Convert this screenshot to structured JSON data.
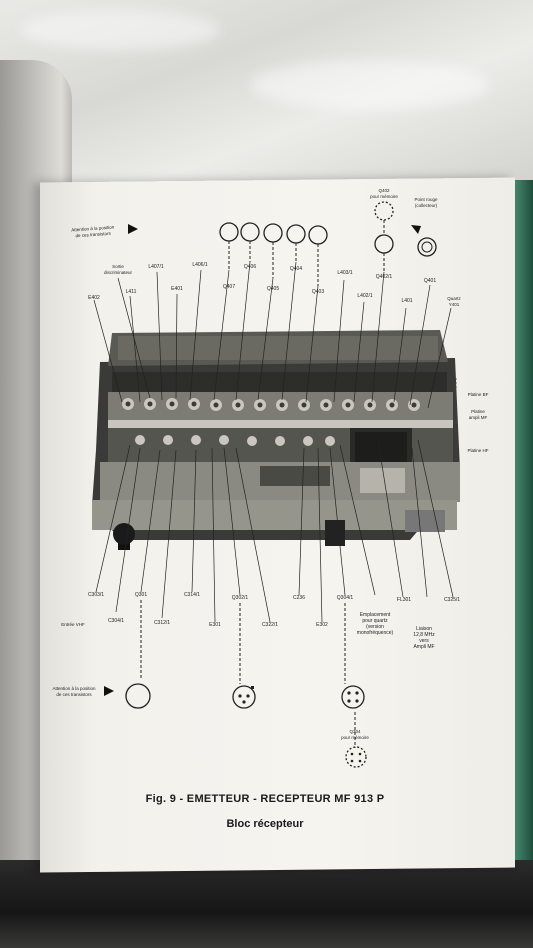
{
  "labels_top": {
    "attention_top": "Attention à la position\nde ces transistors",
    "q402_memory": "Q402\npour mémoire",
    "point_rouge": "Point rouge\n(collecteur)",
    "sortie_discriminateur": "Sortie\ndiscriminateur",
    "l407": "L407/1",
    "l406": "L406/1",
    "q406": "Q406",
    "q404": "Q404",
    "l403": "L403/1",
    "q402_1": "Q402/1",
    "e402": "E402",
    "l411": "L411",
    "e401": "E401",
    "q407": "Q407",
    "q405": "Q405",
    "q403": "Q403",
    "l402": "L402/1",
    "l401": "L401",
    "q401": "Q401",
    "quartz_y401": "Quartz\nY401"
  },
  "labels_side": {
    "platine_bf": "Platine BF",
    "platine_ampli_mf": "Platine\nampli MF",
    "platine_hf": "Platine HF"
  },
  "labels_bottom": {
    "c303": "C303/1",
    "entree_vhf": "Entrée VHF",
    "c304": "C304/1",
    "q301": "Q301",
    "c312": "C312/1",
    "c314": "C314/1",
    "e301": "E301",
    "q302": "Q302/1",
    "c322": "C322/1",
    "c236": "C236",
    "e302": "E302",
    "q304_1": "Q304/1",
    "emplacement": "Emplacement\npour quartz\n(version\nmonofréquence)",
    "fl301": "FL301",
    "liaison": "Liaison\n12,8 MHz\nvers\nAmpli MF",
    "c325": "C325/1",
    "attention_bottom": "Attention à la position\nde ces transistors",
    "q304_memory": "Q304\npour mémoire"
  },
  "caption": {
    "title": "Fig. 9 - EMETTEUR - RECEPTEUR MF 913 P",
    "subtitle": "Bloc récepteur"
  }
}
